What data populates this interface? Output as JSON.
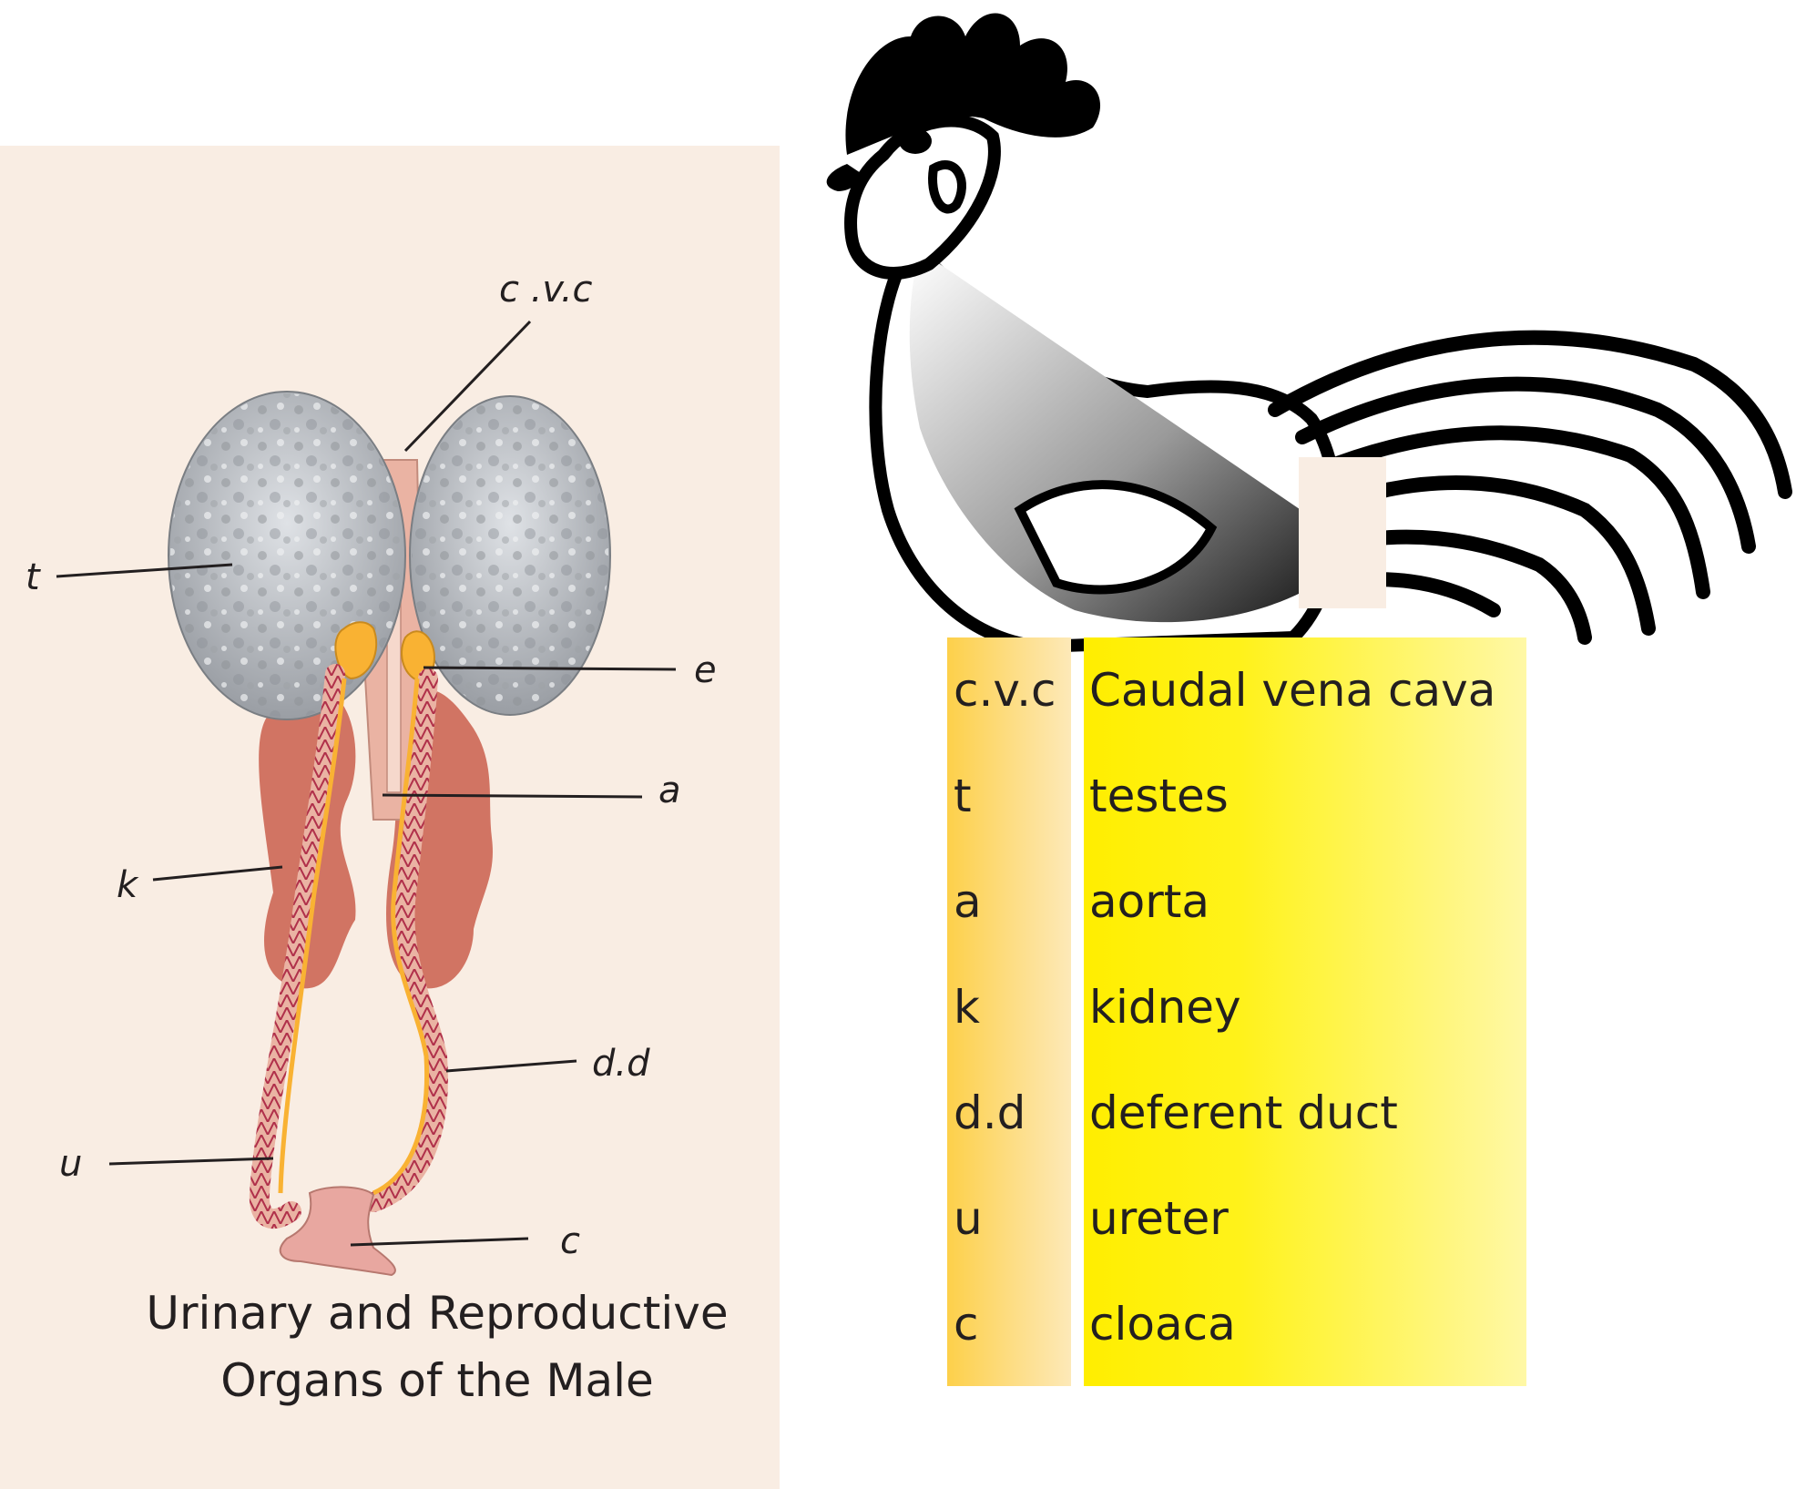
{
  "figure": {
    "title_line1": "Urinary and Reproductive",
    "title_line2": "Organs of the Male",
    "labels": {
      "cvc": "c .v.c",
      "t": "t",
      "e": "e",
      "a": "a",
      "k": "k",
      "dd": "d.d",
      "u": "u",
      "c": "c"
    }
  },
  "legend": [
    {
      "abbr": "c.v.c",
      "term": "Caudal vena cava"
    },
    {
      "abbr": "t",
      "term": "testes"
    },
    {
      "abbr": "a",
      "term": "aorta"
    },
    {
      "abbr": "k",
      "term": "kidney"
    },
    {
      "abbr": "d.d",
      "term": "deferent duct"
    },
    {
      "abbr": "u",
      "term": "ureter"
    },
    {
      "abbr": "c",
      "term": "cloaca"
    }
  ],
  "colors": {
    "panel_bg": "#f9ede3",
    "testis": "#b9bcc0",
    "kidney": "#cf6e5c",
    "vessel": "#eab3a3",
    "epididymis": "#f9b233",
    "legend_abbr_bg": "#fdd04a",
    "legend_term_bg": "#ffee00"
  }
}
